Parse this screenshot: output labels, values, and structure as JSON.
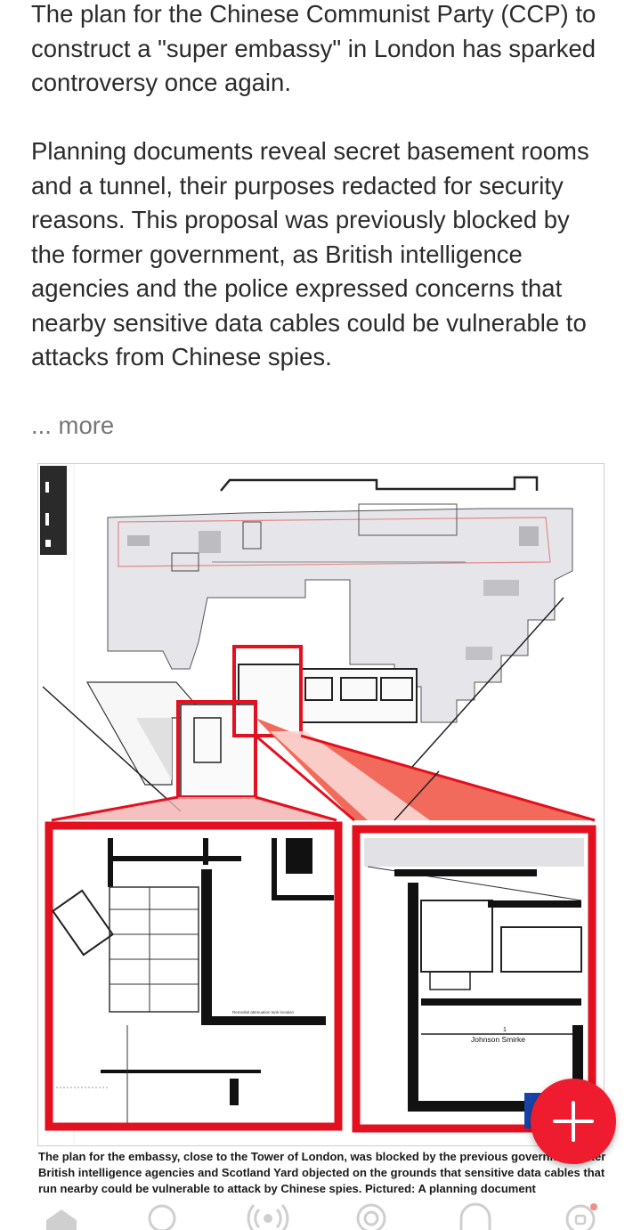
{
  "article": {
    "paragraph_1": "The plan for the Chinese Communist Party (CCP) to construct a \"super embassy\" in London has sparked controversy once again.",
    "paragraph_2": "Planning documents reveal secret basement rooms and a tunnel, their purposes redacted for security reasons. This proposal was previously blocked by the former government, as British intelligence agencies and the police expressed concerns that nearby sensitive data cables could be vulnerable to attacks from Chinese spies.",
    "more_link": "... more"
  },
  "figure": {
    "room_label_number": "1",
    "room_label_name": "Johnson Smirke",
    "small_annotation": "Remedial attenuation tank location",
    "caption": "The plan for the embassy, close to the Tower of London, was blocked by the previous government after British intelligence agencies and Scotland Yard objected on the grounds that sensitive data cables that run nearby could be vulnerable to attack by Chinese spies. Pictured: A planning document"
  },
  "fab": {
    "icon": "plus-icon",
    "color": "#ee1c2e"
  },
  "bottom_nav": {
    "items": [
      {
        "icon": "home-icon"
      },
      {
        "icon": "search-icon"
      },
      {
        "icon": "broadcast-icon"
      },
      {
        "icon": "target-icon"
      },
      {
        "icon": "notification-icon"
      },
      {
        "icon": "profile-icon"
      }
    ]
  },
  "colors": {
    "accent": "#e3101f",
    "text": "#2b2b2b",
    "muted": "#777777"
  }
}
